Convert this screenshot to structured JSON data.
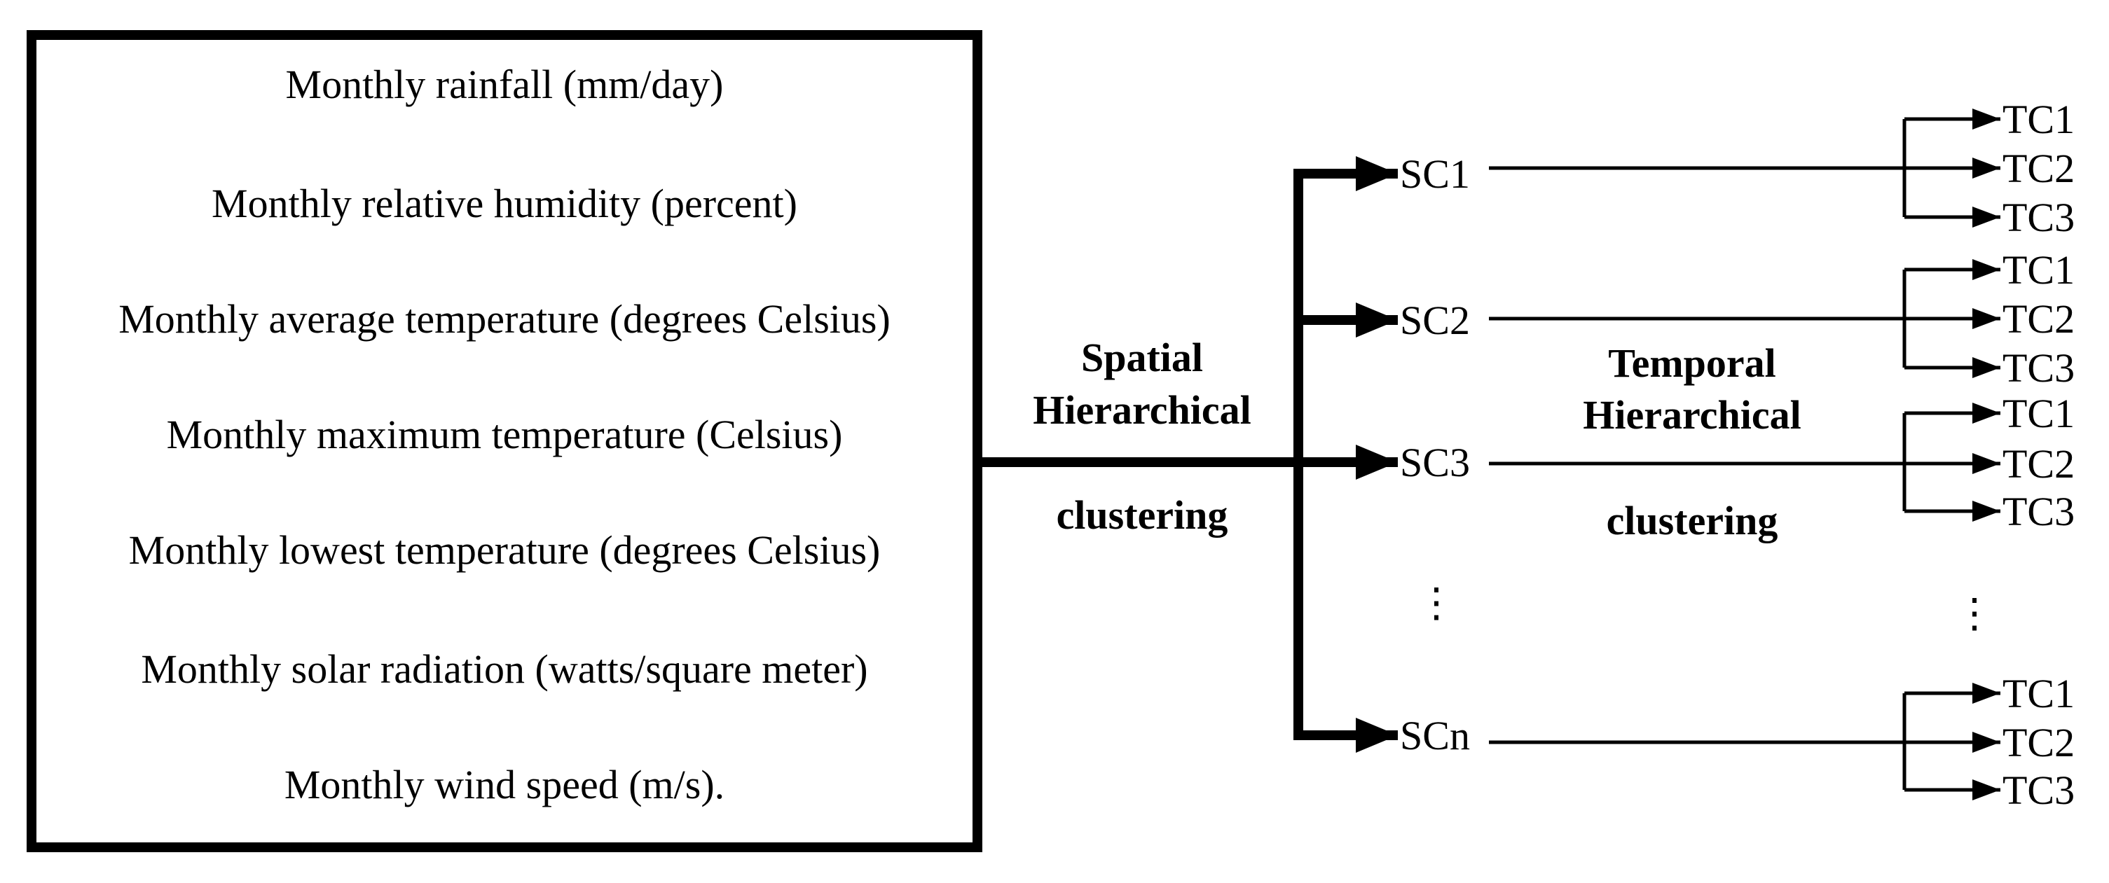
{
  "variables": [
    "Monthly rainfall (mm/day)",
    "Monthly relative humidity (percent)",
    "Monthly average temperature (degrees Celsius)",
    "Monthly maximum temperature (Celsius)",
    "Monthly lowest temperature (degrees Celsius)",
    "Monthly solar radiation (watts/square meter)",
    "Monthly wind speed (m/s)."
  ],
  "spatial_label": {
    "line1": "Spatial",
    "line2": "Hierarchical",
    "line3": "clustering"
  },
  "temporal_label": {
    "line1": "Temporal",
    "line2": "Hierarchical",
    "line3": "clustering"
  },
  "spatial_clusters": [
    "SC1",
    "SC2",
    "SC3",
    "SCn"
  ],
  "temporal_clusters": [
    "TC1",
    "TC2",
    "TC3"
  ],
  "ellipsis": "⋮"
}
